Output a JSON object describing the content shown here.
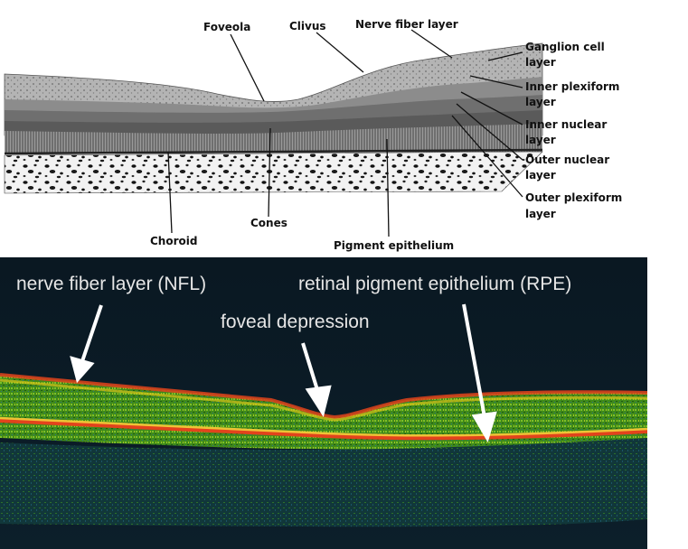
{
  "histology": {
    "labels": {
      "foveola": "Foveola",
      "clivus": "Clivus",
      "nerve_fiber_layer": "Nerve fiber layer",
      "ganglion_cell_layer": [
        "Ganglion cell",
        "layer"
      ],
      "inner_plexiform_layer": [
        "Inner plexiform",
        "layer"
      ],
      "inner_nuclear_layer": [
        "Inner nuclear",
        "layer"
      ],
      "outer_nuclear_layer": [
        "Outer nuclear",
        "layer"
      ],
      "outer_plexiform_layer": [
        "Outer plexiform",
        "layer"
      ],
      "choroid": "Choroid",
      "cones": "Cones",
      "pigment_epithelium": "Pigment epithelium"
    }
  },
  "oct": {
    "labels": {
      "nfl": "nerve fiber layer (NFL)",
      "rpe": "retinal pigment epithelium (RPE)",
      "foveal_depression": "foveal depression"
    }
  },
  "colors": {
    "oct_background": "#0b1a24",
    "oct_green": "#5fae1e",
    "oct_yellow": "#d9c418",
    "oct_red": "#e2431c",
    "label_dark": "#111111",
    "label_light": "#e6e6e6"
  }
}
